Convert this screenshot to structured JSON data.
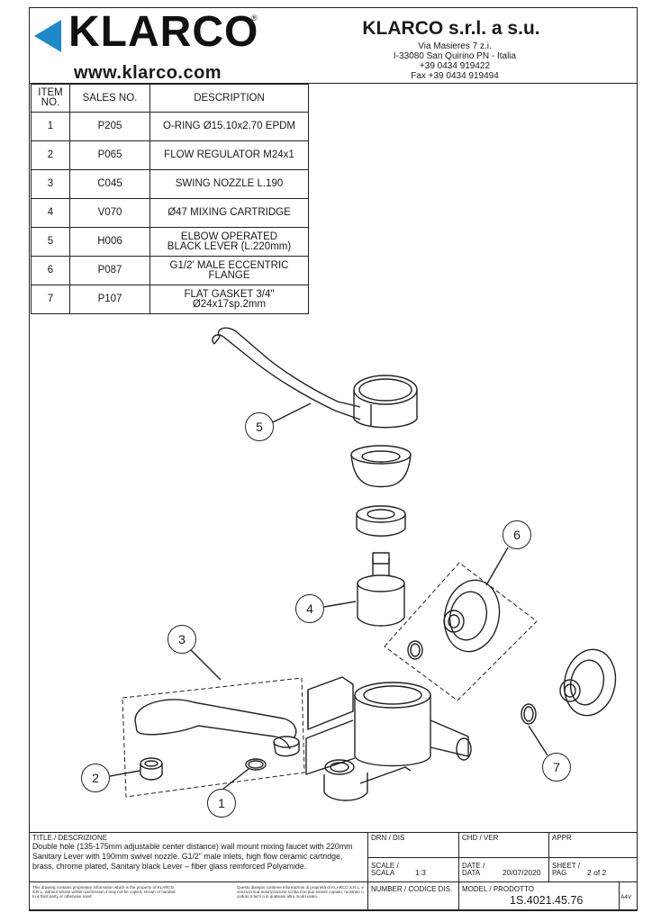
{
  "header": {
    "logo_text": "KLARCO",
    "logo_mark": "®",
    "website": "www.klarco.com",
    "company_name": "KLARCO s.r.l. a s.u.",
    "address_lines": [
      "Via Masieres 7 z.i.",
      "I-33080 San Quirino PN - Italia",
      "+39 0434 919422",
      "Fax  +39 0434 919494"
    ],
    "brand_color": "#1e88c8"
  },
  "parts_table": {
    "headers": [
      "ITEM NO.",
      "SALES NO.",
      "DESCRIPTION"
    ],
    "rows": [
      {
        "item": "1",
        "sales": "P205",
        "desc": "O-RING Ø15.10x2.70 EPDM"
      },
      {
        "item": "2",
        "sales": "P065",
        "desc": "FLOW REGULATOR M24x1"
      },
      {
        "item": "3",
        "sales": "C045",
        "desc": "SWING NOZZLE L.190"
      },
      {
        "item": "4",
        "sales": "V070",
        "desc": "Ø47 MIXING CARTRIDGE"
      },
      {
        "item": "5",
        "sales": "H006",
        "desc": "ELBOW OPERATED BLACK LEVER (L.220mm)"
      },
      {
        "item": "6",
        "sales": "P087",
        "desc": "G1/2' MALE ECCENTRIC FLANGE"
      },
      {
        "item": "7",
        "sales": "P107",
        "desc": "FLAT GASKET 3/4\" Ø24x17sp.2mm"
      }
    ]
  },
  "balloons": [
    "1",
    "2",
    "3",
    "4",
    "5",
    "6",
    "7"
  ],
  "title_block": {
    "title_label": "TITLE / DESCRIZIONE",
    "title_text": "Double hole (135-175mm adjustable center distance) wall mount mixing faucet with 220mm Sanitary Lever with 190mm swivel nozzle. G1/2\" male inlets, high flow ceramic cartridge, brass, chrome plated, Sanitary black Lever – fiber glass reinforced Polyamide.",
    "drn_label": "DRN / DIS",
    "chd_label": "CHD / VER",
    "appr_label": "APPR",
    "scale_label": "SCALE / SCALA",
    "scale_value": "1:3",
    "date_label": "DATE / DATA",
    "date_value": "20/07/2020",
    "sheet_label": "SHEET / PAG",
    "sheet_value": "2 of 2",
    "number_label": "NUMBER / CODICE DIS.",
    "model_label": "MODEL / PRODOTTO",
    "model_value": "1S.4021.45.76",
    "size_value": "A4V",
    "legal_en": "This drawing contains proprietary information which is the property of KLARCO S.R.L. without whose written permission it may not be copied, shown or handed to a third party or otherwise used.",
    "legal_it": "Questo disegno contiene informazioni di proprietà di KLARCO S.R.L. e senza la sua autorizzazione scritta non può essere copiato, mostrato o ceduto a terzi o in qualsiasi altro modo usato."
  }
}
